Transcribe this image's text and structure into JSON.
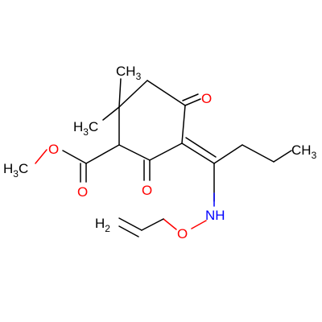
{
  "colors": {
    "carbon": "#000000",
    "oxygen": "#ff0000",
    "nitrogen": "#0000ff",
    "background": "#ffffff"
  },
  "labels": {
    "ch3_top": {
      "main": "CH",
      "sub": "3"
    },
    "h3c_left": {
      "main": "H",
      "sub": "3",
      "tail": "C"
    },
    "h3c_ester": {
      "main": "H",
      "sub": "3",
      "tail": "C"
    },
    "ch3_propyl": {
      "main": "CH",
      "sub": "3"
    },
    "ester_o": "O",
    "carbonyl_o_ester": "O",
    "ketone_o_top": "O",
    "ketone_o_bottom": "O",
    "nh": "NH",
    "ether_o": "O",
    "h2_vinyl": {
      "main": "H",
      "sub": "2"
    }
  }
}
